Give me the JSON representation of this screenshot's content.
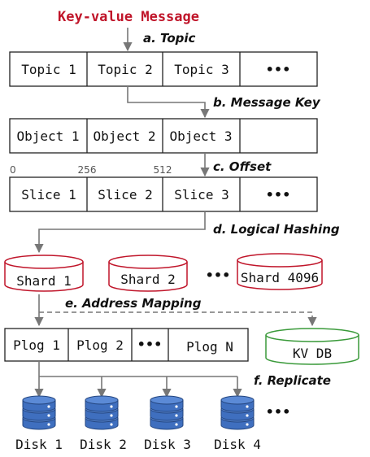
{
  "title": "Key-value Message",
  "steps": {
    "topic": "a. Topic",
    "message_key": "b. Message Key",
    "offset": "c. Offset",
    "logical_hashing": "d. Logical Hashing",
    "address_mapping": "e. Address Mapping",
    "replicate": "f. Replicate"
  },
  "topics": [
    "Topic 1",
    "Topic 2",
    "Topic 3",
    "•••"
  ],
  "objects": [
    "Object 1",
    "Object 2",
    "Object 3"
  ],
  "offset_ticks": [
    "0",
    "256",
    "512"
  ],
  "slices": [
    "Slice 1",
    "Slice 2",
    "Slice 3",
    "•••"
  ],
  "shards": [
    "Shard 1",
    "Shard 2",
    "Shard 4096"
  ],
  "shard_ellipsis": "•••",
  "plogs": [
    "Plog 1",
    "Plog 2",
    "•••",
    "Plog N"
  ],
  "kvdb": "KV DB",
  "disks": [
    "Disk 1",
    "Disk 2",
    "Disk 3",
    "Disk 4"
  ],
  "disk_ellipsis": "•••",
  "colors": {
    "title": "#c0152a",
    "shard_stroke": "#c0152a",
    "shard_fill": "#ffffff",
    "kvdb_stroke": "#3a9a3a",
    "disk_fill": "#3f6fbf",
    "disk_stroke": "#23457f",
    "arrow": "#777777"
  },
  "icons": {
    "disk": "database-cylinder-icon"
  }
}
